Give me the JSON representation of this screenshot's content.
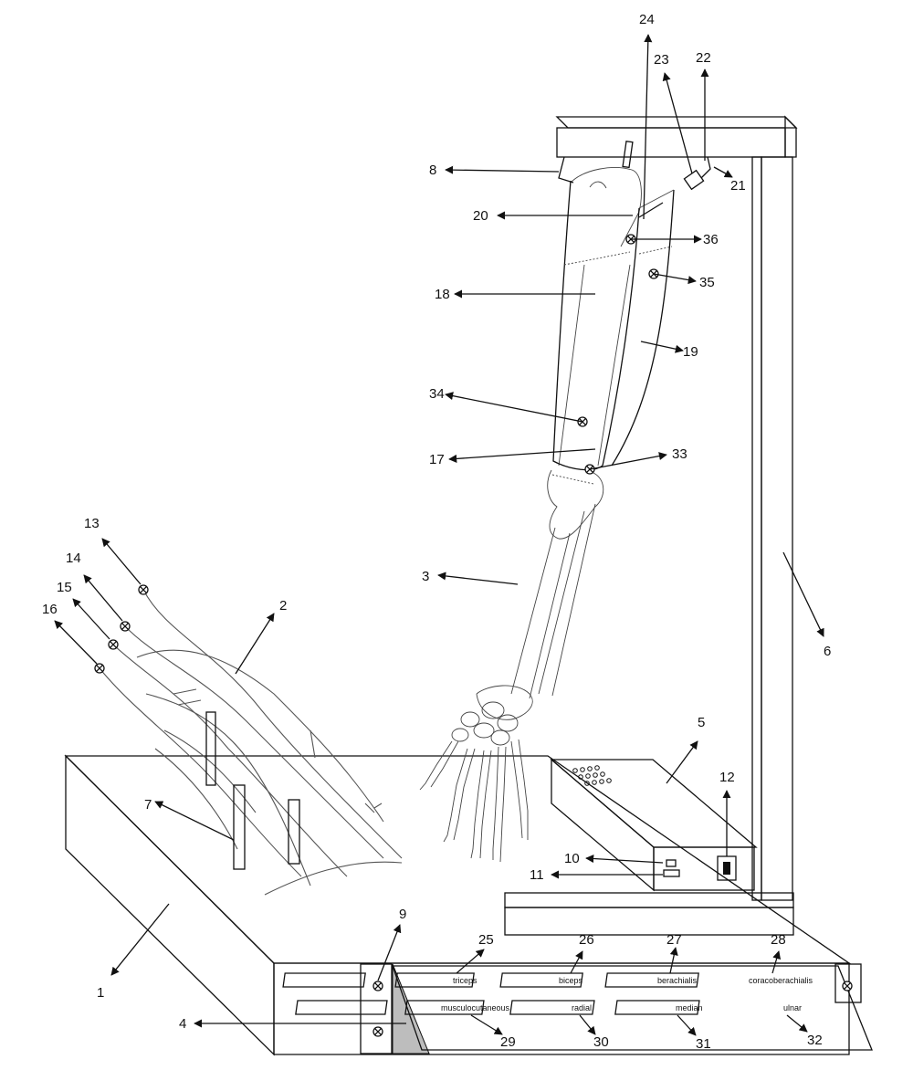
{
  "callouts": {
    "c1": "1",
    "c2": "2",
    "c3": "3",
    "c4": "4",
    "c5": "5",
    "c6": "6",
    "c7": "7",
    "c8": "8",
    "c9": "9",
    "c10": "10",
    "c11": "11",
    "c12": "12",
    "c13": "13",
    "c14": "14",
    "c15": "15",
    "c16": "16",
    "c17": "17",
    "c18": "18",
    "c19": "19",
    "c20": "20",
    "c21": "21",
    "c22": "22",
    "c23": "23",
    "c24": "24",
    "c25": "25",
    "c26": "26",
    "c27": "27",
    "c28": "28",
    "c29": "29",
    "c30": "30",
    "c31": "31",
    "c32": "32",
    "c33": "33",
    "c34": "34",
    "c35": "35",
    "c36": "36"
  },
  "plate_labels": {
    "triceps": "triceps",
    "biceps": "biceps",
    "brachialis": "berachialis",
    "coracobrachialis": "coracoberachialis",
    "musculocutaneous": "musculocutaneous",
    "radial": "radial",
    "median": "median",
    "ulnar": "ulnar"
  }
}
